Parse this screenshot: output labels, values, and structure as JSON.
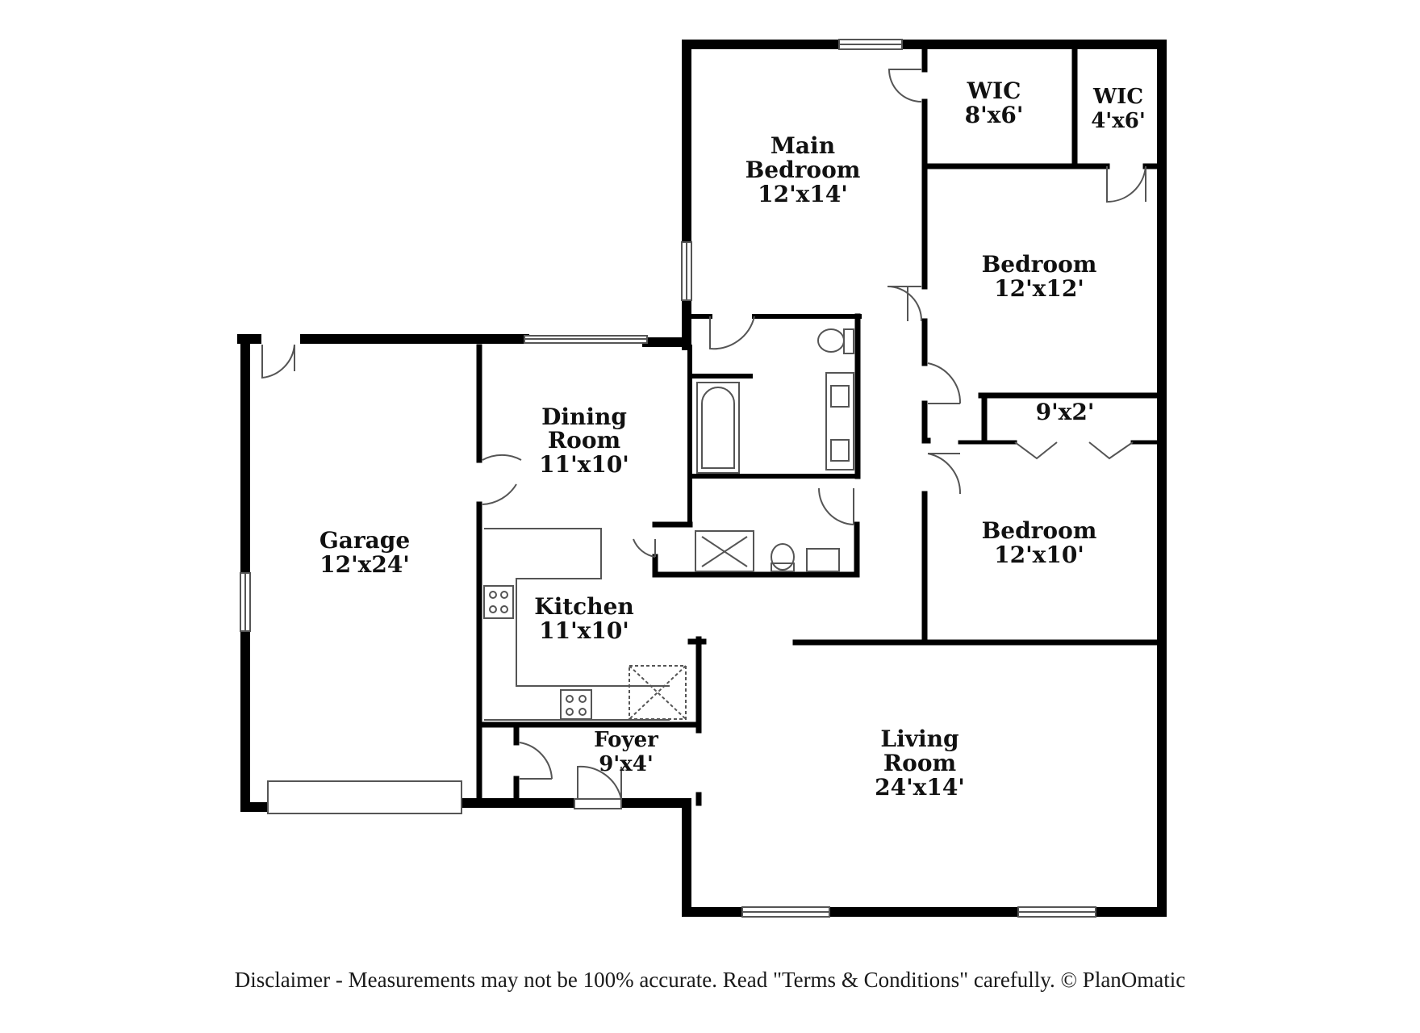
{
  "colors": {
    "wall": "#000000",
    "fixture": "#555555",
    "text": "#111111"
  },
  "rooms": {
    "main_bedroom": {
      "lines": [
        "Main",
        "Bedroom"
      ],
      "size": "12'x14'"
    },
    "wic_large": {
      "lines": [
        "WIC"
      ],
      "size": "8'x6'"
    },
    "wic_small": {
      "lines": [
        "WIC"
      ],
      "size": "4'x6'"
    },
    "bedroom_2": {
      "lines": [
        "Bedroom"
      ],
      "size": "12'x12'"
    },
    "closet": {
      "lines": [],
      "size": "9'x2'"
    },
    "bedroom_3": {
      "lines": [
        "Bedroom"
      ],
      "size": "12'x10'"
    },
    "dining_room": {
      "lines": [
        "Dining",
        "Room"
      ],
      "size": "11'x10'"
    },
    "garage": {
      "lines": [
        "Garage"
      ],
      "size": "12'x24'"
    },
    "kitchen": {
      "lines": [
        "Kitchen"
      ],
      "size": "11'x10'"
    },
    "foyer": {
      "lines": [
        "Foyer"
      ],
      "size": "9'x4'"
    },
    "living_room": {
      "lines": [
        "Living",
        "Room"
      ],
      "size": "24'x14'"
    }
  },
  "disclaimer": "Disclaimer - Measurements may not be 100% accurate. Read \"Terms & Conditions\" carefully. © PlanOmatic"
}
